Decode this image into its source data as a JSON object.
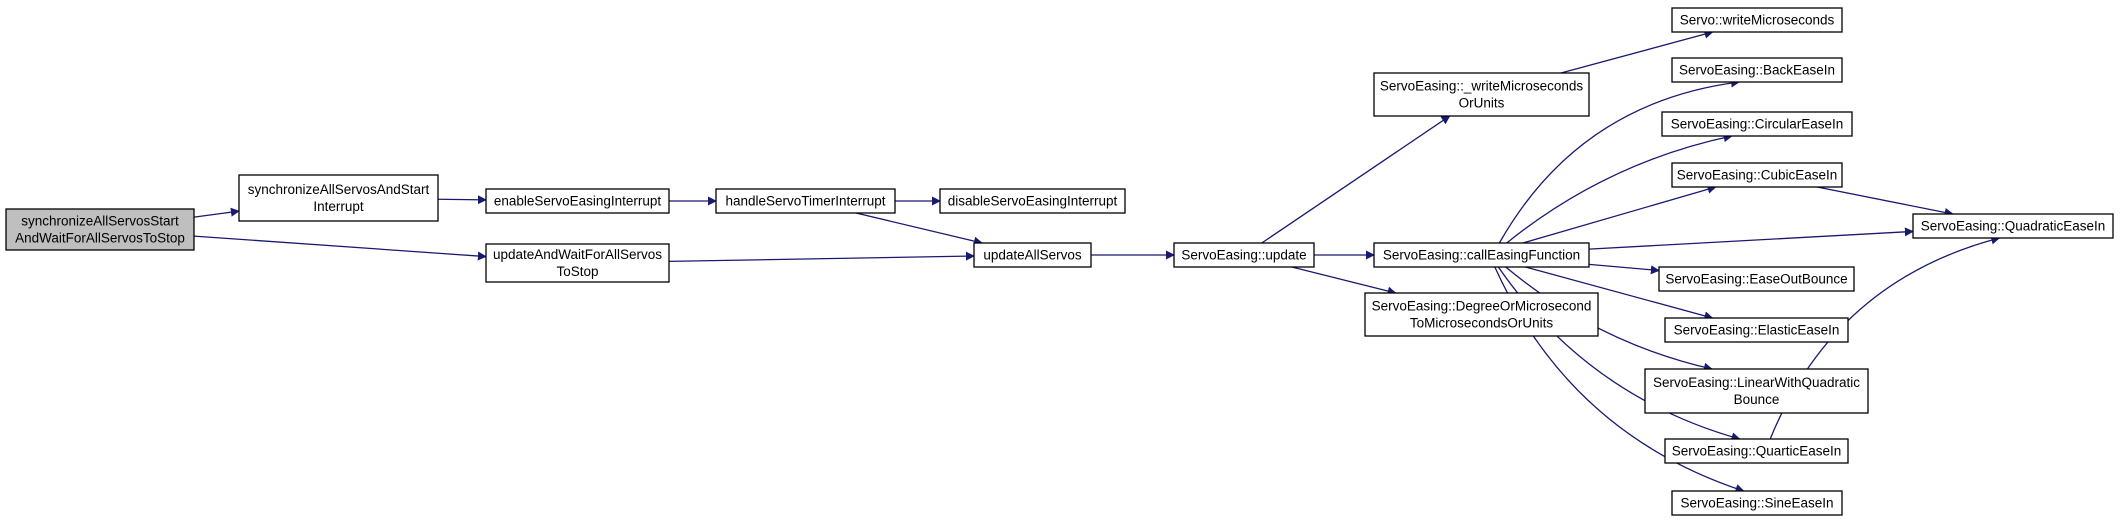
{
  "nodes": [
    {
      "id": "root",
      "lines": [
        "synchronizeAllServosStart",
        "AndWaitForAllServosToStop"
      ]
    },
    {
      "id": "syncStart",
      "lines": [
        "synchronizeAllServosAndStart",
        "Interrupt"
      ]
    },
    {
      "id": "updateWait",
      "lines": [
        "updateAndWaitForAllServos",
        "ToStop"
      ]
    },
    {
      "id": "enableInt",
      "lines": [
        "enableServoEasingInterrupt"
      ]
    },
    {
      "id": "handleInt",
      "lines": [
        "handleServoTimerInterrupt"
      ]
    },
    {
      "id": "disableInt",
      "lines": [
        "disableServoEasingInterrupt"
      ]
    },
    {
      "id": "updateAll",
      "lines": [
        "updateAllServos"
      ]
    },
    {
      "id": "seUpdate",
      "lines": [
        "ServoEasing::update"
      ]
    },
    {
      "id": "writeUs",
      "lines": [
        "ServoEasing::_writeMicroseconds",
        "OrUnits"
      ]
    },
    {
      "id": "callEasing",
      "lines": [
        "ServoEasing::callEasingFunction"
      ]
    },
    {
      "id": "degreeUs",
      "lines": [
        "ServoEasing::DegreeOrMicrosecond",
        "ToMicrosecondsOrUnits"
      ]
    },
    {
      "id": "servoWrite",
      "lines": [
        "Servo::writeMicroseconds"
      ]
    },
    {
      "id": "back",
      "lines": [
        "ServoEasing::BackEaseIn"
      ]
    },
    {
      "id": "circ",
      "lines": [
        "ServoEasing::CircularEaseIn"
      ]
    },
    {
      "id": "cubic",
      "lines": [
        "ServoEasing::CubicEaseIn"
      ]
    },
    {
      "id": "bounce",
      "lines": [
        "ServoEasing::EaseOutBounce"
      ]
    },
    {
      "id": "elastic",
      "lines": [
        "ServoEasing::ElasticEaseIn"
      ]
    },
    {
      "id": "linear",
      "lines": [
        "ServoEasing::LinearWithQuadratic",
        "Bounce"
      ]
    },
    {
      "id": "quartic",
      "lines": [
        "ServoEasing::QuarticEaseIn"
      ]
    },
    {
      "id": "sine",
      "lines": [
        "ServoEasing::SineEaseIn"
      ]
    },
    {
      "id": "quad",
      "lines": [
        "ServoEasing::QuadraticEaseIn"
      ]
    }
  ],
  "edges": [
    [
      "root",
      "syncStart"
    ],
    [
      "root",
      "updateWait"
    ],
    [
      "syncStart",
      "enableInt"
    ],
    [
      "enableInt",
      "handleInt"
    ],
    [
      "handleInt",
      "disableInt"
    ],
    [
      "handleInt",
      "updateAll"
    ],
    [
      "updateWait",
      "updateAll"
    ],
    [
      "updateAll",
      "seUpdate"
    ],
    [
      "seUpdate",
      "writeUs"
    ],
    [
      "seUpdate",
      "callEasing"
    ],
    [
      "seUpdate",
      "degreeUs"
    ],
    [
      "writeUs",
      "servoWrite"
    ],
    [
      "callEasing",
      "back"
    ],
    [
      "callEasing",
      "circ"
    ],
    [
      "callEasing",
      "cubic"
    ],
    [
      "callEasing",
      "quad"
    ],
    [
      "callEasing",
      "bounce"
    ],
    [
      "callEasing",
      "elastic"
    ],
    [
      "callEasing",
      "linear"
    ],
    [
      "callEasing",
      "quartic"
    ],
    [
      "callEasing",
      "sine"
    ],
    [
      "cubic",
      "quad"
    ],
    [
      "quartic",
      "quad"
    ]
  ]
}
